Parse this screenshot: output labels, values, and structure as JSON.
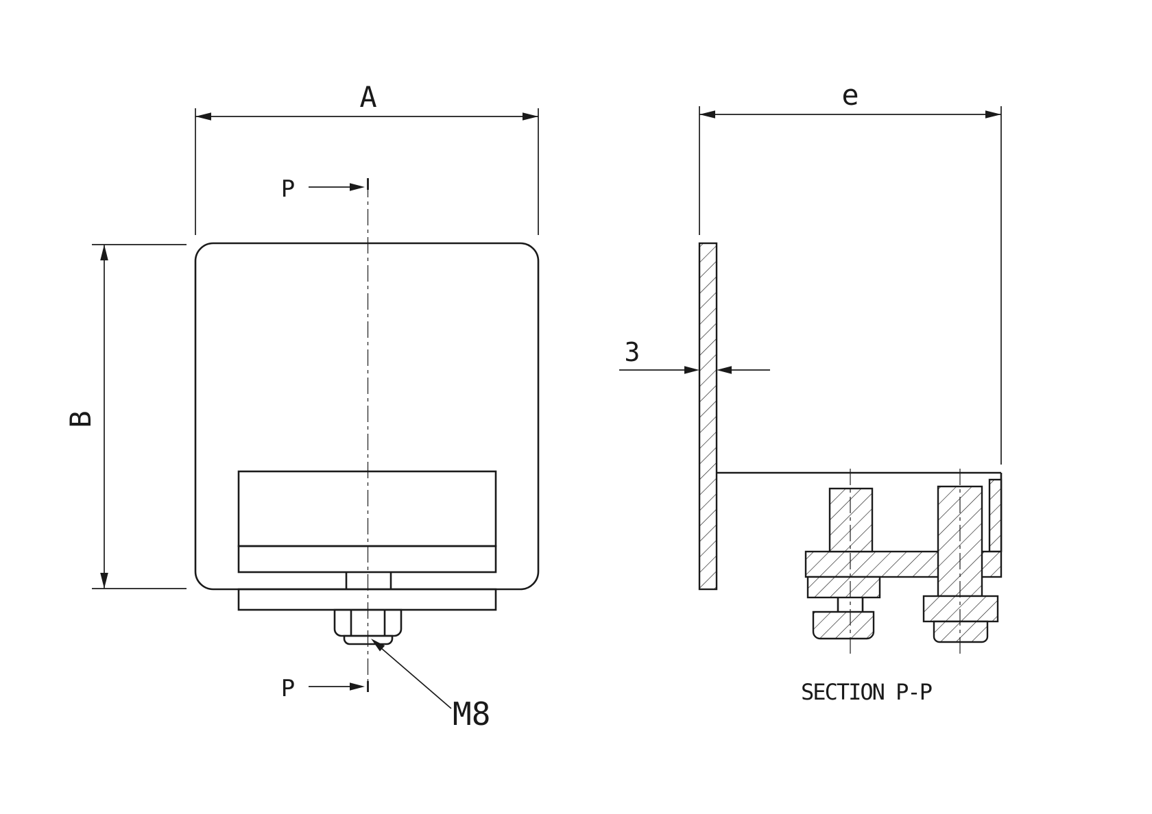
{
  "drawing": {
    "front_view": {
      "dim_a": "A",
      "dim_b": "B",
      "section_label_top": "P",
      "section_label_bottom": "P",
      "thread_callout": "M8"
    },
    "section_view": {
      "dim_e": "e",
      "dim_thickness": "3",
      "caption": "SECTION P-P"
    },
    "colors": {
      "line": "#1a1a1a",
      "background": "#ffffff"
    }
  }
}
